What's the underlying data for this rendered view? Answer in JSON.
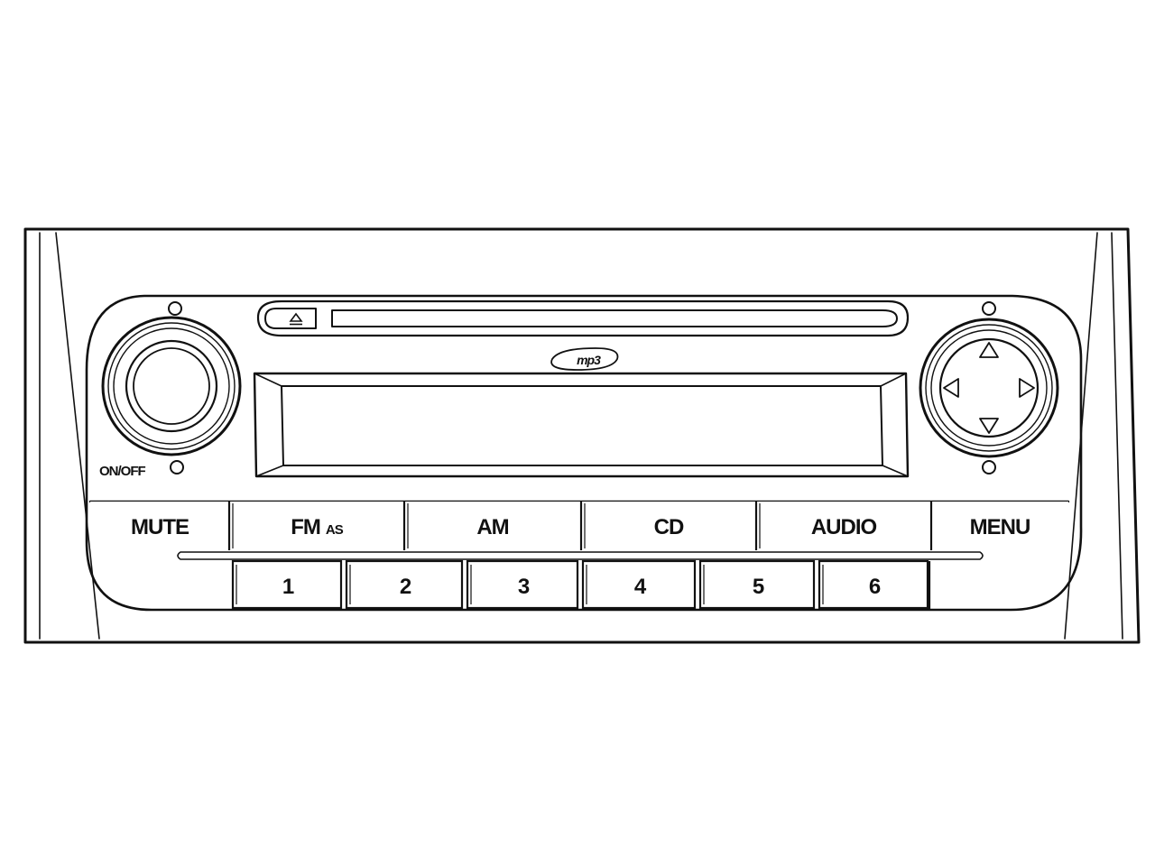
{
  "labels": {
    "power": "ON/OFF",
    "logo": "mp3"
  },
  "mode_buttons": [
    {
      "label": "MUTE",
      "suffix": ""
    },
    {
      "label": "FM",
      "suffix": "AS"
    },
    {
      "label": "AM",
      "suffix": ""
    },
    {
      "label": "CD",
      "suffix": ""
    },
    {
      "label": "AUDIO",
      "suffix": ""
    },
    {
      "label": "MENU",
      "suffix": ""
    }
  ],
  "preset_buttons": [
    "1",
    "2",
    "3",
    "4",
    "5",
    "6"
  ],
  "icons": {
    "eject": "eject-icon",
    "nav_up": "arrow-up-icon",
    "nav_down": "arrow-down-icon",
    "nav_left": "arrow-left-icon",
    "nav_right": "arrow-right-icon"
  },
  "colors": {
    "line": "#111111",
    "background": "#ffffff"
  }
}
